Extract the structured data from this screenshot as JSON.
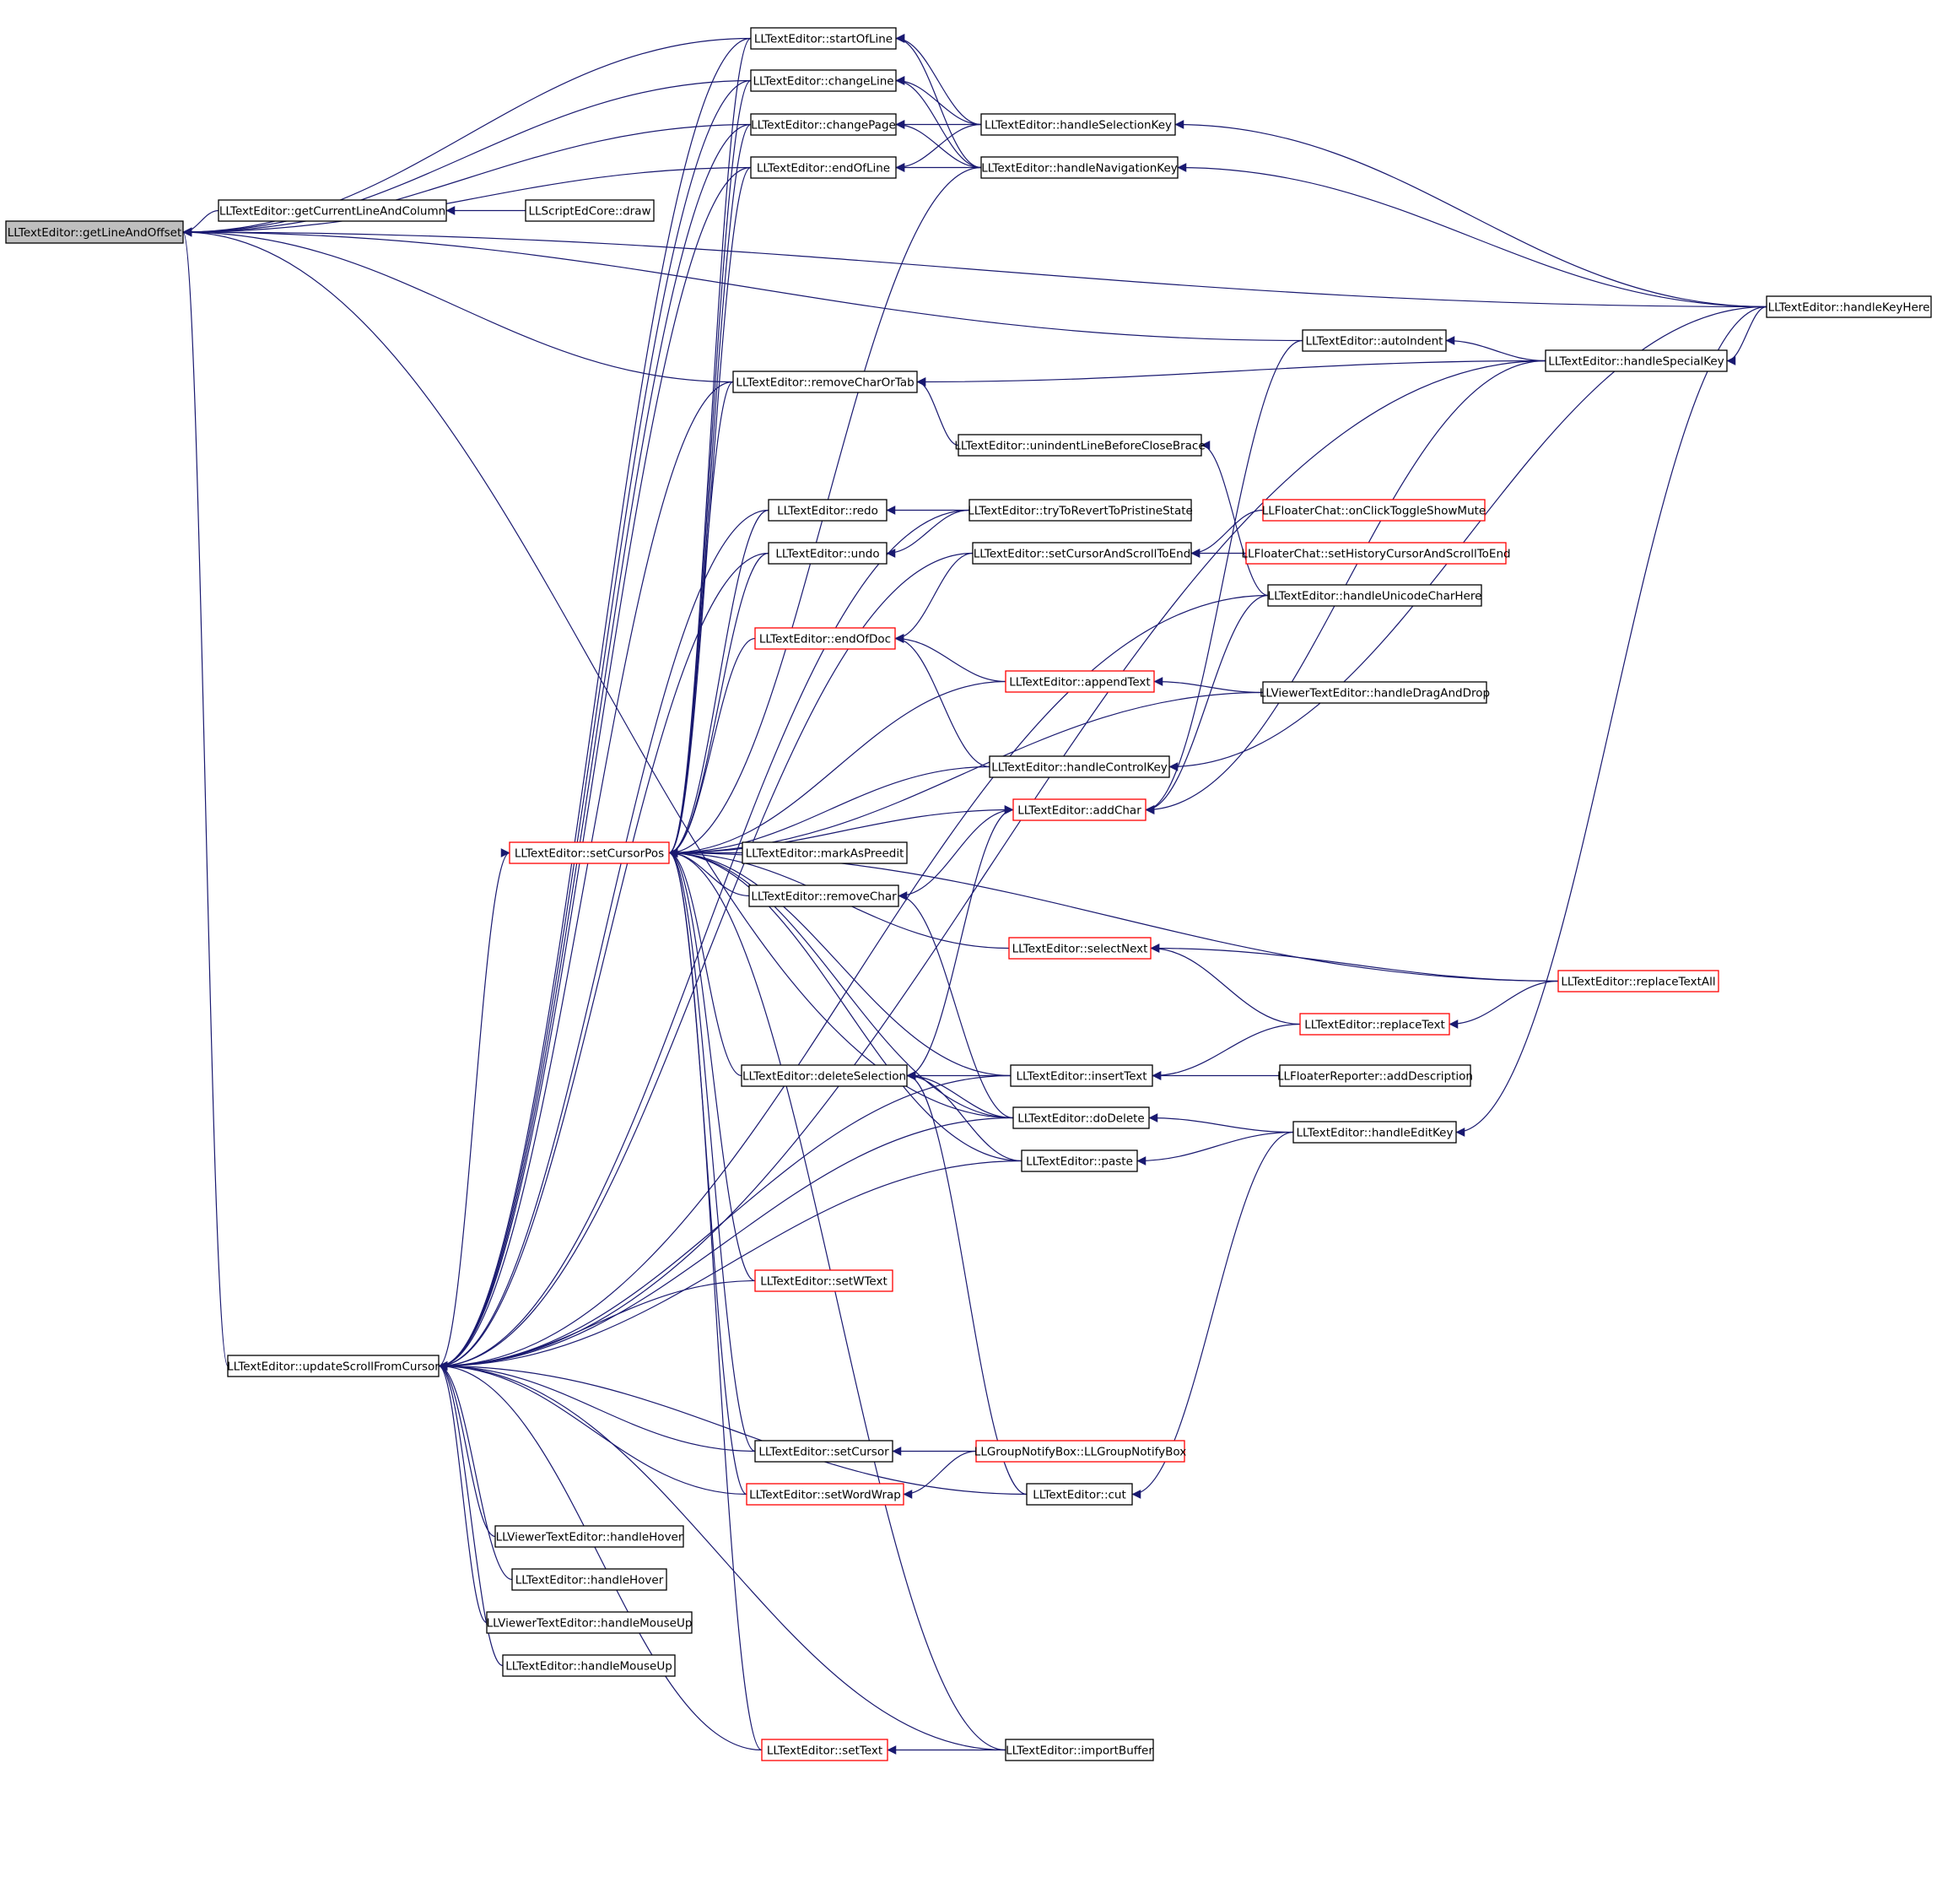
{
  "graph": {
    "colors": {
      "edge": "#191970",
      "normal_border": "#000000",
      "truncated_border": "#ff0000",
      "root_fill": "#bfbfbf",
      "background": "#ffffff"
    },
    "nodes": [
      {
        "id": "getLineAndOffset",
        "label": "LLTextEditor::getLineAndOffset",
        "root": true
      },
      {
        "id": "startOfLine",
        "label": "LLTextEditor::startOfLine"
      },
      {
        "id": "changeLine",
        "label": "LLTextEditor::changeLine"
      },
      {
        "id": "changePage",
        "label": "LLTextEditor::changePage"
      },
      {
        "id": "endOfLine",
        "label": "LLTextEditor::endOfLine"
      },
      {
        "id": "getCurrentLineAndColumn",
        "label": "LLTextEditor::getCurrentLineAndColumn"
      },
      {
        "id": "scriptDraw",
        "label": "LLScriptEdCore::draw"
      },
      {
        "id": "handleSelectionKey",
        "label": "LLTextEditor::handleSelectionKey"
      },
      {
        "id": "handleNavigationKey",
        "label": "LLTextEditor::handleNavigationKey"
      },
      {
        "id": "handleKeyHere",
        "label": "LLTextEditor::handleKeyHere"
      },
      {
        "id": "autoIndent",
        "label": "LLTextEditor::autoIndent"
      },
      {
        "id": "handleSpecialKey",
        "label": "LLTextEditor::handleSpecialKey"
      },
      {
        "id": "removeCharOrTab",
        "label": "LLTextEditor::removeCharOrTab"
      },
      {
        "id": "unindentLine",
        "label": "LLTextEditor::unindentLineBeforeCloseBrace"
      },
      {
        "id": "redo",
        "label": "LLTextEditor::redo"
      },
      {
        "id": "tryToRevert",
        "label": "LLTextEditor::tryToRevertToPristineState"
      },
      {
        "id": "onClickToggle",
        "label": "LLFloaterChat::onClickToggleShowMute",
        "red": true
      },
      {
        "id": "undo",
        "label": "LLTextEditor::undo"
      },
      {
        "id": "setCursorAndScroll",
        "label": "LLTextEditor::setCursorAndScrollToEnd"
      },
      {
        "id": "setHistoryCursor",
        "label": "LLFloaterChat::setHistoryCursorAndScrollToEnd",
        "red": true
      },
      {
        "id": "handleUnicodeCharHere",
        "label": "LLTextEditor::handleUnicodeCharHere"
      },
      {
        "id": "endOfDoc",
        "label": "LLTextEditor::endOfDoc",
        "red": true
      },
      {
        "id": "appendText",
        "label": "LLTextEditor::appendText",
        "red": true
      },
      {
        "id": "viewerDragDrop",
        "label": "LLViewerTextEditor::handleDragAndDrop"
      },
      {
        "id": "handleControlKey",
        "label": "LLTextEditor::handleControlKey"
      },
      {
        "id": "addChar",
        "label": "LLTextEditor::addChar",
        "red": true
      },
      {
        "id": "setCursorPos",
        "label": "LLTextEditor::setCursorPos",
        "red": true
      },
      {
        "id": "markAsPreedit",
        "label": "LLTextEditor::markAsPreedit"
      },
      {
        "id": "removeChar",
        "label": "LLTextEditor::removeChar"
      },
      {
        "id": "selectNext",
        "label": "LLTextEditor::selectNext",
        "red": true
      },
      {
        "id": "replaceTextAll",
        "label": "LLTextEditor::replaceTextAll",
        "red": true
      },
      {
        "id": "replaceText",
        "label": "LLTextEditor::replaceText",
        "red": true
      },
      {
        "id": "deleteSelection",
        "label": "LLTextEditor::deleteSelection"
      },
      {
        "id": "insertText",
        "label": "LLTextEditor::insertText"
      },
      {
        "id": "addDescription",
        "label": "LLFloaterReporter::addDescription"
      },
      {
        "id": "doDelete",
        "label": "LLTextEditor::doDelete"
      },
      {
        "id": "handleEditKey",
        "label": "LLTextEditor::handleEditKey"
      },
      {
        "id": "paste",
        "label": "LLTextEditor::paste"
      },
      {
        "id": "setWText",
        "label": "LLTextEditor::setWText",
        "red": true
      },
      {
        "id": "updateScroll",
        "label": "LLTextEditor::updateScrollFromCursor"
      },
      {
        "id": "setCursor",
        "label": "LLTextEditor::setCursor"
      },
      {
        "id": "groupNotify",
        "label": "LLGroupNotifyBox::LLGroupNotifyBox",
        "red": true
      },
      {
        "id": "setWordWrap",
        "label": "LLTextEditor::setWordWrap",
        "red": true
      },
      {
        "id": "cut",
        "label": "LLTextEditor::cut"
      },
      {
        "id": "viewerHover",
        "label": "LLViewerTextEditor::handleHover"
      },
      {
        "id": "handleHover",
        "label": "LLTextEditor::handleHover"
      },
      {
        "id": "viewerMouseUp",
        "label": "LLViewerTextEditor::handleMouseUp"
      },
      {
        "id": "handleMouseUp",
        "label": "LLTextEditor::handleMouseUp"
      },
      {
        "id": "setText",
        "label": "LLTextEditor::setText",
        "red": true
      },
      {
        "id": "importBuffer",
        "label": "LLTextEditor::importBuffer"
      }
    ],
    "edges": [
      [
        "startOfLine",
        "getLineAndOffset"
      ],
      [
        "changeLine",
        "getLineAndOffset"
      ],
      [
        "changePage",
        "getLineAndOffset"
      ],
      [
        "endOfLine",
        "getLineAndOffset"
      ],
      [
        "getCurrentLineAndColumn",
        "getLineAndOffset"
      ],
      [
        "handleKeyHere",
        "getLineAndOffset"
      ],
      [
        "autoIndent",
        "getLineAndOffset"
      ],
      [
        "removeCharOrTab",
        "getLineAndOffset"
      ],
      [
        "doDelete",
        "getLineAndOffset"
      ],
      [
        "updateScroll",
        "getLineAndOffset"
      ],
      [
        "scriptDraw",
        "getCurrentLineAndColumn"
      ],
      [
        "handleSelectionKey",
        "startOfLine"
      ],
      [
        "handleNavigationKey",
        "startOfLine"
      ],
      [
        "handleSelectionKey",
        "changeLine"
      ],
      [
        "handleNavigationKey",
        "changeLine"
      ],
      [
        "handleSelectionKey",
        "changePage"
      ],
      [
        "handleNavigationKey",
        "changePage"
      ],
      [
        "handleSelectionKey",
        "endOfLine"
      ],
      [
        "handleNavigationKey",
        "endOfLine"
      ],
      [
        "handleKeyHere",
        "handleSelectionKey"
      ],
      [
        "handleKeyHere",
        "handleNavigationKey"
      ],
      [
        "handleSpecialKey",
        "autoIndent"
      ],
      [
        "handleKeyHere",
        "handleSpecialKey"
      ],
      [
        "handleSpecialKey",
        "removeCharOrTab"
      ],
      [
        "unindentLine",
        "removeCharOrTab"
      ],
      [
        "handleUnicodeCharHere",
        "unindentLine"
      ],
      [
        "tryToRevert",
        "redo"
      ],
      [
        "tryToRevert",
        "undo"
      ],
      [
        "onClickToggle",
        "setCursorAndScroll"
      ],
      [
        "setHistoryCursor",
        "setCursorAndScroll"
      ],
      [
        "setCursorAndScroll",
        "endOfDoc"
      ],
      [
        "appendText",
        "endOfDoc"
      ],
      [
        "handleControlKey",
        "endOfDoc"
      ],
      [
        "viewerDragDrop",
        "appendText"
      ],
      [
        "handleKeyHere",
        "handleControlKey"
      ],
      [
        "handleSpecialKey",
        "addChar"
      ],
      [
        "handleUnicodeCharHere",
        "addChar"
      ],
      [
        "autoIndent",
        "addChar"
      ],
      [
        "deleteSelection",
        "addChar"
      ],
      [
        "removeChar",
        "addChar"
      ],
      [
        "markAsPreedit",
        "setCursorPos"
      ],
      [
        "removeChar",
        "setCursorPos"
      ],
      [
        "addChar",
        "setCursorPos"
      ],
      [
        "handleControlKey",
        "setCursorPos"
      ],
      [
        "viewerDragDrop",
        "setCursorPos"
      ],
      [
        "appendText",
        "setCursorPos"
      ],
      [
        "endOfDoc",
        "setCursorPos"
      ],
      [
        "undo",
        "setCursorPos"
      ],
      [
        "redo",
        "setCursorPos"
      ],
      [
        "removeCharOrTab",
        "setCursorPos"
      ],
      [
        "handleNavigationKey",
        "setCursorPos"
      ],
      [
        "endOfLine",
        "setCursorPos"
      ],
      [
        "changePage",
        "setCursorPos"
      ],
      [
        "changeLine",
        "setCursorPos"
      ],
      [
        "startOfLine",
        "setCursorPos"
      ],
      [
        "selectNext",
        "setCursorPos"
      ],
      [
        "replaceTextAll",
        "setCursorPos"
      ],
      [
        "insertText",
        "setCursorPos"
      ],
      [
        "deleteSelection",
        "setCursorPos"
      ],
      [
        "doDelete",
        "setCursorPos"
      ],
      [
        "paste",
        "setCursorPos"
      ],
      [
        "setWText",
        "setCursorPos"
      ],
      [
        "setCursor",
        "setCursorPos"
      ],
      [
        "setWordWrap",
        "setCursorPos"
      ],
      [
        "setText",
        "setCursorPos"
      ],
      [
        "importBuffer",
        "setCursorPos"
      ],
      [
        "updateScroll",
        "setCursorPos"
      ],
      [
        "replaceTextAll",
        "selectNext"
      ],
      [
        "replaceText",
        "selectNext"
      ],
      [
        "replaceTextAll",
        "replaceText"
      ],
      [
        "replaceText",
        "insertText"
      ],
      [
        "addDescription",
        "insertText"
      ],
      [
        "insertText",
        "deleteSelection"
      ],
      [
        "doDelete",
        "deleteSelection"
      ],
      [
        "paste",
        "deleteSelection"
      ],
      [
        "cut",
        "deleteSelection"
      ],
      [
        "handleEditKey",
        "doDelete"
      ],
      [
        "handleEditKey",
        "paste"
      ],
      [
        "handleEditKey",
        "cut"
      ],
      [
        "handleKeyHere",
        "handleEditKey"
      ],
      [
        "doDelete",
        "removeChar"
      ],
      [
        "setWText",
        "updateScroll"
      ],
      [
        "insertText",
        "updateScroll"
      ],
      [
        "doDelete",
        "updateScroll"
      ],
      [
        "paste",
        "updateScroll"
      ],
      [
        "setCursor",
        "updateScroll"
      ],
      [
        "setWordWrap",
        "updateScroll"
      ],
      [
        "viewerHover",
        "updateScroll"
      ],
      [
        "handleHover",
        "updateScroll"
      ],
      [
        "viewerMouseUp",
        "updateScroll"
      ],
      [
        "handleMouseUp",
        "updateScroll"
      ],
      [
        "cut",
        "updateScroll"
      ],
      [
        "setText",
        "updateScroll"
      ],
      [
        "importBuffer",
        "updateScroll"
      ],
      [
        "handleSpecialKey",
        "updateScroll"
      ],
      [
        "handleUnicodeCharHere",
        "updateScroll"
      ],
      [
        "setCursorAndScroll",
        "updateScroll"
      ],
      [
        "redo",
        "updateScroll"
      ],
      [
        "undo",
        "updateScroll"
      ],
      [
        "endOfLine",
        "updateScroll"
      ],
      [
        "changePage",
        "updateScroll"
      ],
      [
        "changeLine",
        "updateScroll"
      ],
      [
        "startOfLine",
        "updateScroll"
      ],
      [
        "removeCharOrTab",
        "updateScroll"
      ],
      [
        "tryToRevert",
        "updateScroll"
      ],
      [
        "groupNotify",
        "setCursor"
      ],
      [
        "groupNotify",
        "setWordWrap"
      ],
      [
        "importBuffer",
        "setText"
      ]
    ]
  }
}
